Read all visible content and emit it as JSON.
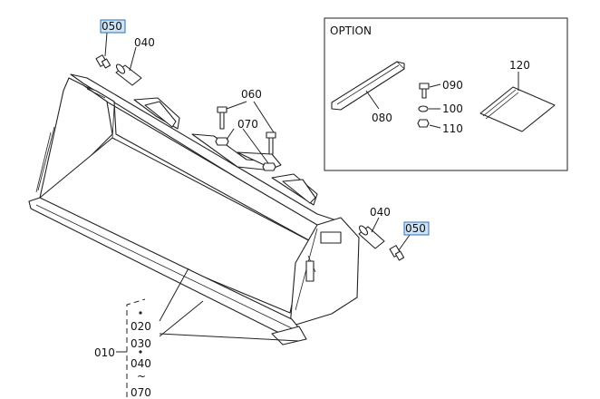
{
  "option_box": {
    "title": "OPTION"
  },
  "callouts": {
    "p050_top": "050",
    "p040_top": "040",
    "p060": "060",
    "p070": "070",
    "p040_right": "040",
    "p050_right": "050",
    "p080": "080",
    "p090": "090",
    "p100": "100",
    "p110": "110",
    "p120": "120",
    "p020": "020",
    "p030": "030",
    "p010": "010",
    "p040_list": "040",
    "tilde": "~",
    "p070_list": "070"
  },
  "colors": {
    "highlight_fill": "#cfe3f7",
    "highlight_stroke": "#2a6fb5",
    "line": "#222222"
  }
}
